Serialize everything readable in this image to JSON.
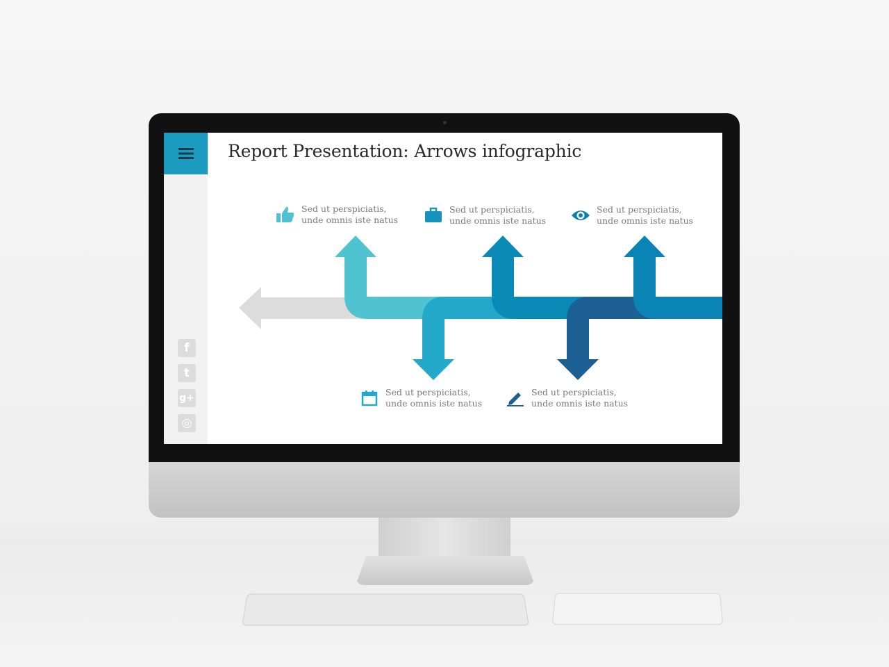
{
  "slide": {
    "title": "Report Presentation: Arrows infographic"
  },
  "sidebar": {
    "menu_icon": "hamburger-menu-icon",
    "social": [
      {
        "name": "facebook-icon",
        "glyph": "f"
      },
      {
        "name": "twitter-icon",
        "glyph": "t"
      },
      {
        "name": "google-plus-icon",
        "glyph": "g+"
      },
      {
        "name": "instagram-icon",
        "glyph": "◎"
      }
    ]
  },
  "items": [
    {
      "icon": "thumbs-up-icon",
      "line1": "Sed ut perspiciatis,",
      "line2": "unde omnis  iste natus",
      "color": "#4fc3cf"
    },
    {
      "icon": "briefcase-icon",
      "line1": "Sed ut perspiciatis,",
      "line2": "unde omnis  iste natus",
      "color": "#1593bd"
    },
    {
      "icon": "eye-icon",
      "line1": "Sed ut perspiciatis,",
      "line2": "unde omnis  iste natus",
      "color": "#0a7fae"
    },
    {
      "icon": "calendar-icon",
      "line1": "Sed ut perspiciatis,",
      "line2": "unde omnis  iste natus",
      "color": "#22a8c8"
    },
    {
      "icon": "pencil-icon",
      "line1": "Sed ut perspiciatis,",
      "line2": "unde omnis  iste natus",
      "color": "#1b5f93"
    }
  ],
  "colors": {
    "accent": "#1a9bbf",
    "arrow_gray": "#dcdcdc",
    "arrow_1": "#4fc3cf",
    "arrow_2": "#22a8c8",
    "arrow_3": "#0a8ab7",
    "arrow_4": "#1b5f93",
    "arrow_5": "#0a84b5"
  }
}
